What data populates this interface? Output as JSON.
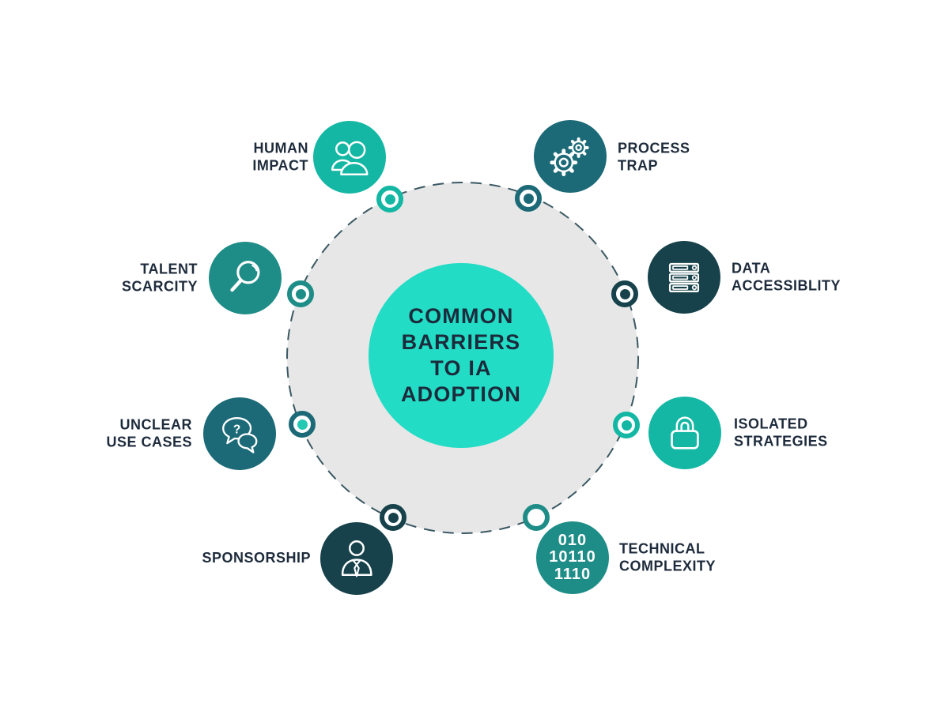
{
  "title": "COMMON\nBARRIERS\nTO IA\nADOPTION",
  "colors": {
    "center_circle": "#23DCC6",
    "gray_ring_fill": "#E7E7E7",
    "dashed_stroke": "#3A5863",
    "text_navy": "#1E2B3C",
    "teal_bright": "#13B7A3",
    "teal_medium": "#1F8D87",
    "teal_dark": "#1C6A77",
    "teal_darkest": "#17424B",
    "icon_stroke": "#FFFFFF"
  },
  "nodes": [
    {
      "id": "human-impact",
      "label": "HUMAN\nIMPACT",
      "icon": "people-icon",
      "color": "#13B7A3"
    },
    {
      "id": "process-trap",
      "label": "PROCESS\nTRAP",
      "icon": "gears-icon",
      "color": "#1C6A77"
    },
    {
      "id": "talent-scarcity",
      "label": "TALENT\nSCARCITY",
      "icon": "magnifying-glass-icon",
      "color": "#1F8D87"
    },
    {
      "id": "data-accessiblity",
      "label": "DATA\nACCESSIBLITY",
      "icon": "server-stack-icon",
      "color": "#17424B"
    },
    {
      "id": "unclear-use-cases",
      "label": "UNCLEAR\nUSE CASES",
      "icon": "speech-bubbles-icon",
      "color": "#1C6A77",
      "bubble_char": "?"
    },
    {
      "id": "isolated-strategies",
      "label": "ISOLATED\nSTRATEGIES",
      "icon": "padlock-icon",
      "color": "#13B7A3"
    },
    {
      "id": "sponsorship",
      "label": "SPONSORSHIP",
      "icon": "person-tie-icon",
      "color": "#17424B"
    },
    {
      "id": "technical-complexity",
      "label": "TECHNICAL\nCOMPLEXITY",
      "icon": "binary-code-icon",
      "color": "#1F8D87",
      "binary": "010\n10110\n1110"
    }
  ],
  "markers": [
    {
      "near": "human-impact",
      "ring": "#13B7A3",
      "dot": "#13B7A3"
    },
    {
      "near": "process-trap",
      "ring": "#1C6A77",
      "dot": "#1C6A77"
    },
    {
      "near": "talent-scarcity",
      "ring": "#1F8D87",
      "dot": "#1F8D87"
    },
    {
      "near": "data-accessiblity",
      "ring": "#17424B",
      "dot": "#17424B"
    },
    {
      "near": "unclear-use-cases",
      "ring": "#1C6A77",
      "dot": "#24C9B4"
    },
    {
      "near": "isolated-strategies",
      "ring": "#13B7A3",
      "dot": "#13B7A3"
    },
    {
      "near": "sponsorship",
      "ring": "#17424B",
      "dot": "#17424B"
    },
    {
      "near": "technical-complexity",
      "ring": "#1F8D87",
      "dot": "none"
    }
  ]
}
